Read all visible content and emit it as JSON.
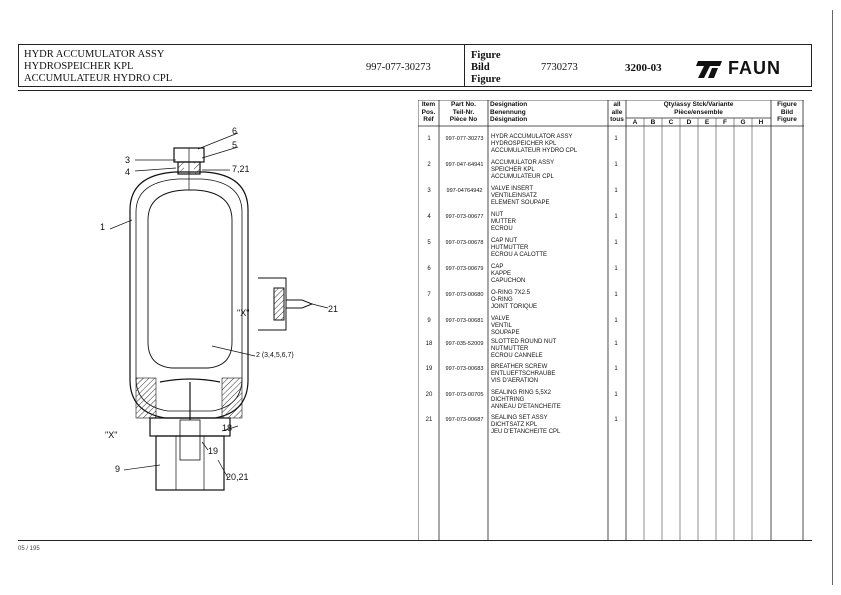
{
  "header": {
    "titles": [
      "HYDR ACCUMULATOR  ASSY",
      "HYDROSPEICHER  KPL",
      "ACCUMULATEUR HYDRO  CPL"
    ],
    "part_number": "997-077-30273",
    "figure_labels": [
      "Figure",
      "Bild",
      "Figure"
    ],
    "bild_number": "7730273",
    "group_number": "3200-03",
    "logo": "FAUN"
  },
  "table": {
    "headers": {
      "item": [
        "Item",
        "Pos.",
        "Réf"
      ],
      "part": [
        "Part No.",
        "Teil-Nr.",
        "Pièce No"
      ],
      "designation": [
        "Designation",
        "Benennung",
        "Désignation"
      ],
      "all": [
        "all",
        "alle",
        "tous"
      ],
      "variant": [
        "Qty/assy Stck/Variante",
        "Pièce/ensemble"
      ],
      "variant_cols": [
        "A",
        "B",
        "C",
        "D",
        "E",
        "F",
        "G",
        "H"
      ],
      "figure": [
        "Figure",
        "Bild",
        "Figure"
      ]
    },
    "rows": [
      {
        "item": "1",
        "part": "997-077-30273",
        "desc": [
          "HYDR ACCUMULATOR  ASSY",
          "HYDROSPEICHER  KPL",
          "ACCUMULATEUR HYDRO  CPL"
        ],
        "qty": "1"
      },
      {
        "item": "2",
        "part": "997-047-64941",
        "desc": [
          "ACCUMULATOR  ASSY",
          "SPEICHER  KPL",
          "ACCUMULATEUR  CPL"
        ],
        "qty": "1"
      },
      {
        "item": "3",
        "part": "997-04764942",
        "desc": [
          "VALVE INSERT",
          "VENTILEINSATZ",
          "ELEMENT SOUPAPE"
        ],
        "qty": "1"
      },
      {
        "item": "4",
        "part": "997-073-00677",
        "desc": [
          "NUT",
          "MUTTER",
          "ECROU"
        ],
        "qty": "1"
      },
      {
        "item": "5",
        "part": "997-073-00678",
        "desc": [
          "CAP NUT",
          "HUTMUTTER",
          "ECROU A CALOTTE"
        ],
        "qty": "1"
      },
      {
        "item": "6",
        "part": "997-073-00679",
        "desc": [
          "CAP",
          "KAPPE",
          "CAPUCHON"
        ],
        "qty": "1"
      },
      {
        "item": "7",
        "part": "997-073-00680",
        "desc": [
          "O-RING  7X2.5",
          "O-RING",
          "JOINT TORIQUE"
        ],
        "qty": "1"
      },
      {
        "item": "9",
        "part": "997-073-00681",
        "desc": [
          "VALVE",
          "VENTIL",
          "SOUPAPE"
        ],
        "qty": "1"
      },
      {
        "item": "18",
        "part": "997-035-52009",
        "desc": [
          "SLOTTED ROUND NUT",
          "NUTMUTTER",
          "ECROU CANNELE"
        ],
        "qty": "1"
      },
      {
        "item": "19",
        "part": "997-073-00683",
        "desc": [
          "BREATHER SCREW",
          "ENTLUEFTSCHRAUBE",
          "VIS D'AERATION"
        ],
        "qty": "1"
      },
      {
        "item": "20",
        "part": "997-073-00705",
        "desc": [
          "SEALING RING  5,5X2",
          "DICHTRING",
          "ANNEAU D'ETANCHEITE"
        ],
        "qty": "1"
      },
      {
        "item": "21",
        "part": "997-073-00687",
        "desc": [
          "SEALING SET  ASSY",
          "DICHTSATZ  KPL",
          "JEU D'ETANCHEITE  CPL"
        ],
        "qty": "1"
      }
    ]
  },
  "drawing": {
    "callouts": {
      "c6": "6",
      "c5": "5",
      "c3": "3",
      "c4": "4",
      "c721": "7,21",
      "c1": "1",
      "c21": "21",
      "cX1": "\"X\"",
      "c2": "2 (3,4,5,6,7)",
      "cX2": "\"X\"",
      "c18": "18",
      "c19": "19",
      "c9": "9",
      "c2021": "20,21"
    }
  },
  "footer": "05 / 195"
}
